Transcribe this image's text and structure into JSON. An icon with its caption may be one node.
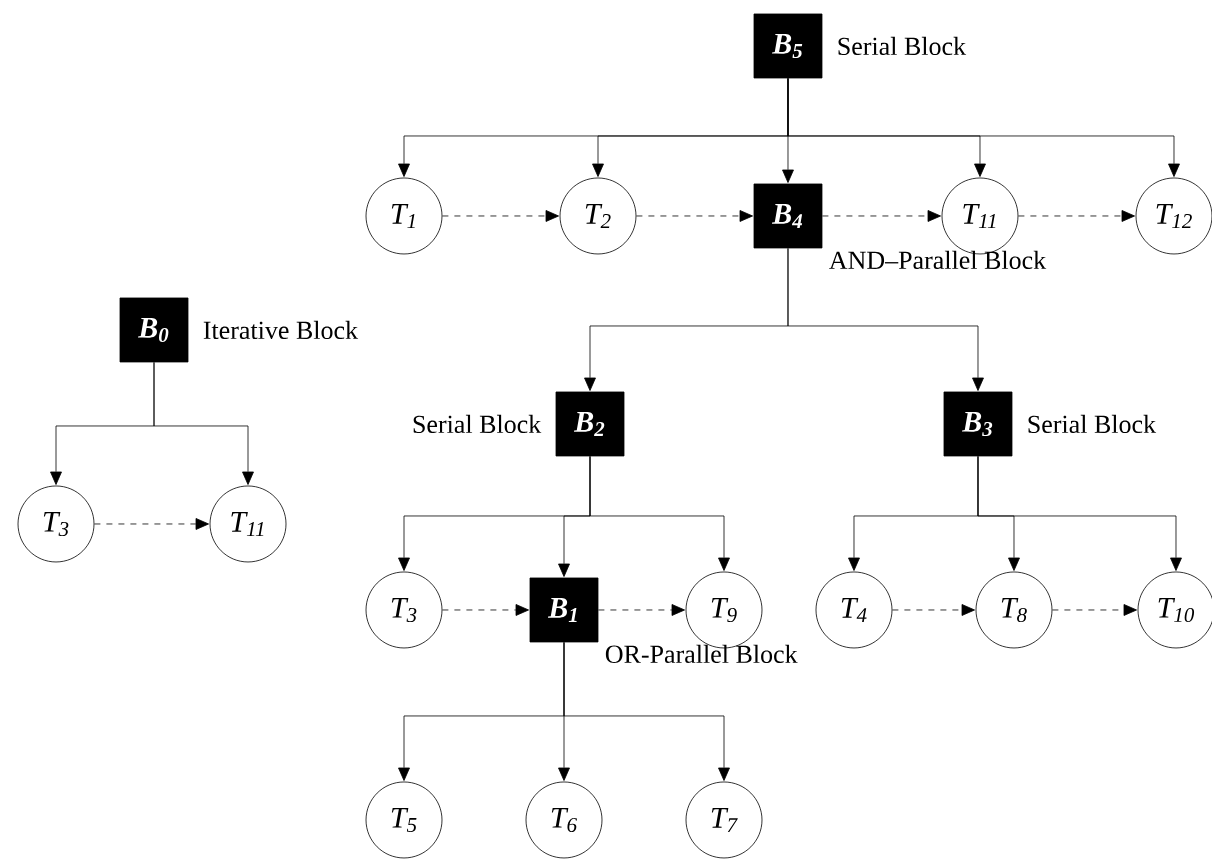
{
  "diagram": {
    "nodes": [
      {
        "text": [
          "B$_{5}$"
        ],
        "beside": [
          "Serial Block"
        ]
      },
      {
        "text": [
          "T$_{1}$"
        ]
      },
      {
        "text": [
          "T$_{2}$"
        ]
      },
      {
        "text": [
          "B$_{4}$"
        ],
        "beside": [
          "AND–Parallel Block"
        ]
      },
      {
        "text": [
          "T$_{11}$"
        ]
      },
      {
        "text": [
          "T$_{12}$"
        ]
      },
      {
        "text": [
          "B$_{0}$"
        ],
        "beside": [
          "Iterative Block"
        ]
      },
      {
        "text": [
          "T$_{3}$"
        ]
      },
      {
        "text": [
          "T$_{11}$"
        ]
      },
      {
        "text": [
          "B$_{2}$"
        ],
        "beside": [
          "Serial Block"
        ]
      },
      {
        "text": [
          "B$_{3}$"
        ],
        "beside": [
          "Serial Block"
        ]
      },
      {
        "text": [
          "T$_{3}$"
        ]
      },
      {
        "text": [
          "B$_{1}$"
        ],
        "beside": [
          "OR-Parallel Block"
        ]
      },
      {
        "text": [
          "T$_{9}$"
        ]
      },
      {
        "text": [
          "T$_{4}$"
        ]
      },
      {
        "text": [
          "T$_{8}$"
        ]
      },
      {
        "text": [
          "T$_{10}$"
        ]
      },
      {
        "text": [
          "T$_{5}$"
        ]
      },
      {
        "text": [
          "T$_{6}$"
        ]
      },
      {
        "text": [
          "T$_{7}$"
        ]
      }
    ],
    "edges": [
      {
        "from": 0,
        "to": 1,
        "arrow": "to"
      },
      {
        "from": 0,
        "to": 2,
        "arrow": "to"
      },
      {
        "from": 0,
        "to": 3,
        "arrow": "to"
      },
      {
        "from": 0,
        "to": 4,
        "arrow": "to"
      },
      {
        "from": 0,
        "to": 5,
        "arrow": "to"
      },
      {
        "from": 1,
        "to": 2,
        "arrow": "to",
        "style": "dashed"
      },
      {
        "from": 2,
        "to": 3,
        "arrow": "to",
        "style": "dashed"
      },
      {
        "from": 3,
        "to": 4,
        "arrow": "to",
        "style": "dashed"
      },
      {
        "from": 4,
        "to": 5,
        "arrow": "to",
        "style": "dashed"
      },
      {
        "from": 3,
        "to": 9,
        "arrow": "to"
      },
      {
        "from": 3,
        "to": 10,
        "arrow": "to"
      },
      {
        "from": 6,
        "to": 7,
        "arrow": "to"
      },
      {
        "from": 6,
        "to": 8,
        "arrow": "to"
      },
      {
        "from": 7,
        "to": 8,
        "arrow": "to",
        "style": "dashed"
      },
      {
        "from": 9,
        "to": 11,
        "arrow": "to"
      },
      {
        "from": 9,
        "to": 12,
        "arrow": "to"
      },
      {
        "from": 9,
        "to": 13,
        "arrow": "to"
      },
      {
        "from": 11,
        "to": 12,
        "arrow": "to",
        "style": "dashed"
      },
      {
        "from": 12,
        "to": 13,
        "arrow": "to",
        "style": "dashed"
      },
      {
        "from": 10,
        "to": 14,
        "arrow": "to"
      },
      {
        "from": 10,
        "to": 15,
        "arrow": "to"
      },
      {
        "from": 10,
        "to": 16,
        "arrow": "to"
      },
      {
        "from": 14,
        "to": 15,
        "arrow": "to",
        "style": "dashed"
      },
      {
        "from": 15,
        "to": 16,
        "arrow": "to",
        "style": "dashed"
      },
      {
        "from": 12,
        "to": 17,
        "arrow": "to"
      },
      {
        "from": 12,
        "to": 18,
        "arrow": "to"
      },
      {
        "from": 12,
        "to": 19,
        "arrow": "to"
      }
    ]
  }
}
